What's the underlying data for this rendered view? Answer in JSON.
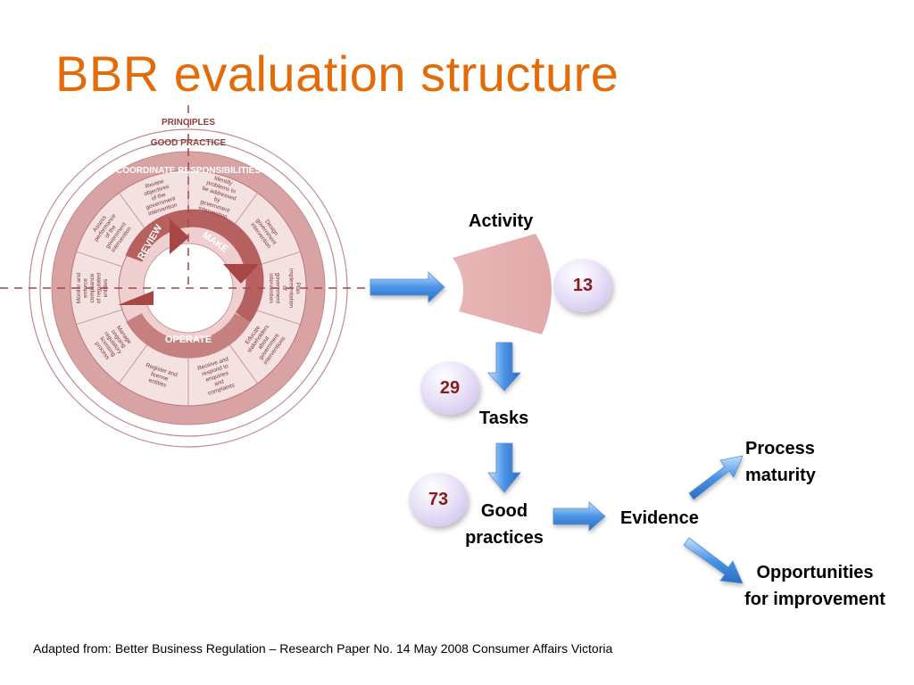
{
  "title": "BBR evaluation structure",
  "wheel": {
    "outer_rings": [
      "PRINCIPLES",
      "GOOD PRACTICE",
      "COORDINATE RESPONSIBILITIES"
    ],
    "cycle": [
      "REVIEW",
      "MAKE",
      "OPERATE"
    ],
    "segments": [
      "Identify problems to be addressed by government intervention",
      "Design government intervention",
      "Plan implementation of government intervention",
      "Educate stakeholders about government interventions",
      "Receive and respond to enquiries and complaints",
      "Register and license entities",
      "Manage ongoing regulatory licensing process",
      "Monitor and enforce compliance of regulated entities",
      "Assess performance of the government intervention",
      "Review objectives of the government intervention"
    ]
  },
  "flow": {
    "activity_label": "Activity",
    "activity_count": "13",
    "tasks_label": "Tasks",
    "tasks_count": "29",
    "good_practices_line1": "Good",
    "good_practices_line2": "practices",
    "good_practices_count": "73",
    "evidence_label": "Evidence",
    "process_maturity_line1": "Process",
    "process_maturity_line2": "maturity",
    "opportunities_line1": "Opportunities",
    "opportunities_line2": "for improvement"
  },
  "footer": "Adapted from: Better Business Regulation – Research Paper No. 14  May 2008 Consumer Affairs Victoria",
  "colors": {
    "title": "#E36C09",
    "wheel_fill": "#D9A3A3",
    "wheel_dark": "#A84545",
    "activity_sector": "#E6B3B3",
    "badge_text": "#8B1A1A",
    "arrow_blue": "#4A90E2"
  }
}
